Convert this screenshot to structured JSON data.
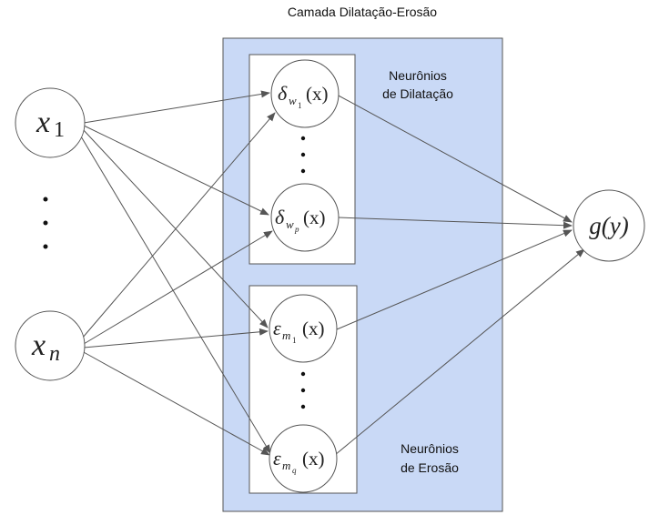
{
  "title": "Camada Dilatação-Erosão",
  "groups": {
    "dilation_label_line1": "Neurônios",
    "dilation_label_line2": "de Dilatação",
    "erosion_label_line1": "Neurônios",
    "erosion_label_line2": "de Erosão"
  },
  "nodes": {
    "x1": {
      "base": "x",
      "sub": "1"
    },
    "xn": {
      "base": "x",
      "sub": "n"
    },
    "delta_w1": {
      "symbol": "δ",
      "sub": "w",
      "subsub": "1",
      "arg": "(x)"
    },
    "delta_wp": {
      "symbol": "δ",
      "sub": "w",
      "subsub": "p",
      "arg": "(x)"
    },
    "eps_m1": {
      "symbol": "ε",
      "sub": "m",
      "subsub": "1",
      "arg": "(x)"
    },
    "eps_mq": {
      "symbol": "ε",
      "sub": "m",
      "subsub": "q",
      "arg": "(x)"
    },
    "gy": {
      "text": "g(y)"
    }
  },
  "colors": {
    "layer_fill": "#c9d9f6",
    "layer_stroke": "#555555",
    "edge": "#555555"
  }
}
